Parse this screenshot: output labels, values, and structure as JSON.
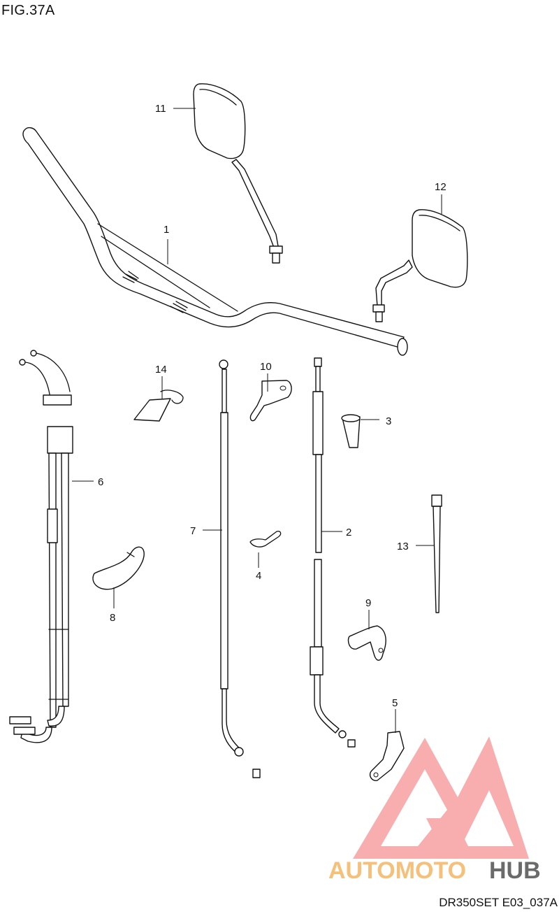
{
  "figure": {
    "title": "FIG.37A",
    "code": "DR350SET E03_037A"
  },
  "watermark": {
    "brand_part1": "AUTOMOTO",
    "brand_part2": "HUB",
    "color_primary": "#f08080",
    "color_text_part1": "#f5c07a",
    "color_text_part2": "#6b6b6b"
  },
  "callouts": {
    "p1": "1",
    "p2": "2",
    "p3": "3",
    "p4": "4",
    "p5": "5",
    "p6": "6",
    "p7": "7",
    "p8": "8",
    "p9": "9",
    "p10": "10",
    "p11": "11",
    "p12": "12",
    "p13": "13",
    "p14": "14"
  }
}
